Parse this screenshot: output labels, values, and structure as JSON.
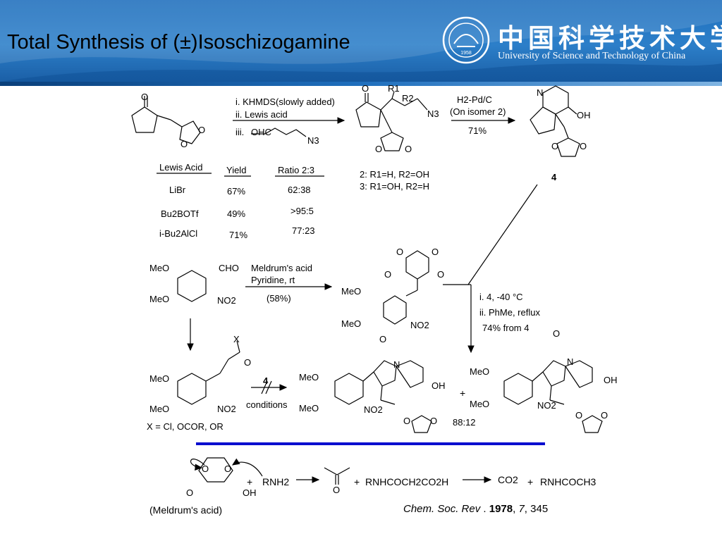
{
  "header": {
    "title": "Total Synthesis of (±)Isoschizogamine",
    "university_cn": "中国科学技术大学",
    "university_en": "University of Science and Technology of China",
    "seal_year": "1958"
  },
  "step1": {
    "reagent_1": "i. KHMDS(slowly added)",
    "reagent_2": "ii. Lewis acid",
    "reagent_3": "iii.",
    "reagent_aldehyde": "OHC",
    "reagent_azide": "N3"
  },
  "step2": {
    "reagent": "H2-Pd/C",
    "condition": "(On isomer 2)",
    "yield": "71%"
  },
  "table": {
    "headers": [
      "Lewis Acid",
      "Yield",
      "Ratio 2:3"
    ],
    "rows": [
      {
        "acid": "LiBr",
        "yield": "67%",
        "ratio": "62:38"
      },
      {
        "acid": "Bu2BOTf",
        "yield": "49%",
        "ratio": ">95:5"
      },
      {
        "acid": "i-Bu2AlCl",
        "yield": "71%",
        "ratio": "77:23"
      }
    ]
  },
  "labels": {
    "isomer2": "2: R1=H, R2=OH",
    "isomer3": "3: R1=OH, R2=H",
    "compound4": "4",
    "r1": "R1",
    "r2": "R2",
    "n3": "N3",
    "oh": "OH",
    "n": "N",
    "o": "O",
    "x": "X",
    "meo": "MeO",
    "cho": "CHO",
    "no2": "NO2"
  },
  "knoevenagel": {
    "reagent": "Meldrum's acid",
    "base": "Pyridine, rt",
    "yield": "(58%)"
  },
  "coupling": {
    "step1": "i. 4, -40 °C",
    "step2": "ii. PhMe, reflux",
    "yield": "74% from 4",
    "ratio": "88:12"
  },
  "failed": {
    "compound": "4",
    "label": "conditions",
    "x_def": "X = Cl, OCOR, OR"
  },
  "mechanism": {
    "name": "(Meldrum's acid)",
    "amine": "RNH2",
    "intermediate": "RNHCOCH2CO2H",
    "co2": "CO2",
    "product": "RNHCOCH3"
  },
  "citation": {
    "journal": "Chem. Soc. Rev",
    "year": "1978",
    "volume": "7",
    "page": "345"
  }
}
